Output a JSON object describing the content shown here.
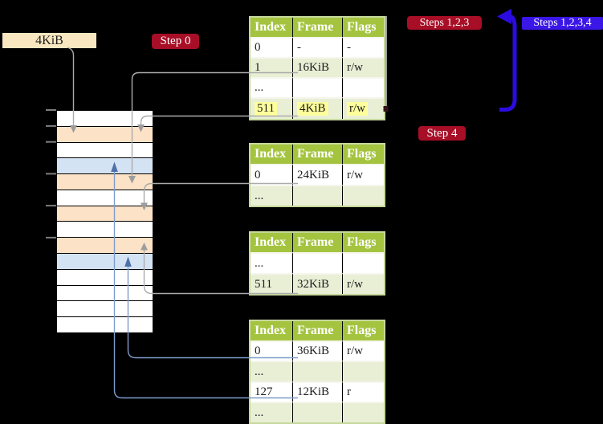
{
  "labels": {
    "frame_box": "4KiB",
    "step0": "Step 0",
    "steps123": "Steps 1,2,3",
    "steps1234": "Steps 1,2,3,4",
    "step4": "Step 4"
  },
  "colors": {
    "bg": "#000000",
    "label_wheat": "#f8e7c0",
    "badge_red": "#a80e26",
    "badge_blue": "#3a17e6",
    "arrow_big_blue": "#2b0ce0",
    "table_header_green": "#a4c43f",
    "table_border": "#c6d89c",
    "table_row_alt": "#e8efd5",
    "row_sep": "#f6f6ee",
    "highlight_yellow": "#feff9c",
    "frame_pagetable_peach": "#fce2c6",
    "frame_page_blue": "#d4e3f4",
    "frame_free_white": "#ffffff",
    "connector_gray": "#ababab",
    "connector_blue": "#7e9dcb"
  },
  "memory": {
    "kind_colors": {
      "free": "#ffffff",
      "pagetable": "#fce2c6",
      "page": "#d4e3f4"
    },
    "row_kinds": [
      "free",
      "pagetable",
      "free",
      "page",
      "pagetable",
      "free",
      "pagetable",
      "free",
      "pagetable",
      "page",
      "free",
      "free",
      "free",
      "free"
    ]
  },
  "tables": {
    "t1": {
      "headers": [
        "Index",
        "Frame",
        "Flags"
      ],
      "rows": [
        [
          "0",
          "-",
          "-"
        ],
        [
          "1",
          "16KiB",
          "r/w"
        ],
        [
          "...",
          "",
          ""
        ],
        [
          "511",
          "4KiB",
          "r/w"
        ]
      ]
    },
    "t2": {
      "headers": [
        "Index",
        "Frame",
        "Flags"
      ],
      "rows": [
        [
          "0",
          "24KiB",
          "r/w"
        ],
        [
          "...",
          "",
          ""
        ]
      ]
    },
    "t3": {
      "headers": [
        "Index",
        "Frame",
        "Flags"
      ],
      "rows": [
        [
          "...",
          "",
          ""
        ],
        [
          "511",
          "32KiB",
          "r/w"
        ]
      ]
    },
    "t4": {
      "headers": [
        "Index",
        "Frame",
        "Flags"
      ],
      "rows": [
        [
          "0",
          "36KiB",
          "r/w"
        ],
        [
          "...",
          "",
          ""
        ],
        [
          "127",
          "12KiB",
          "r"
        ],
        [
          "...",
          "",
          ""
        ]
      ]
    }
  }
}
